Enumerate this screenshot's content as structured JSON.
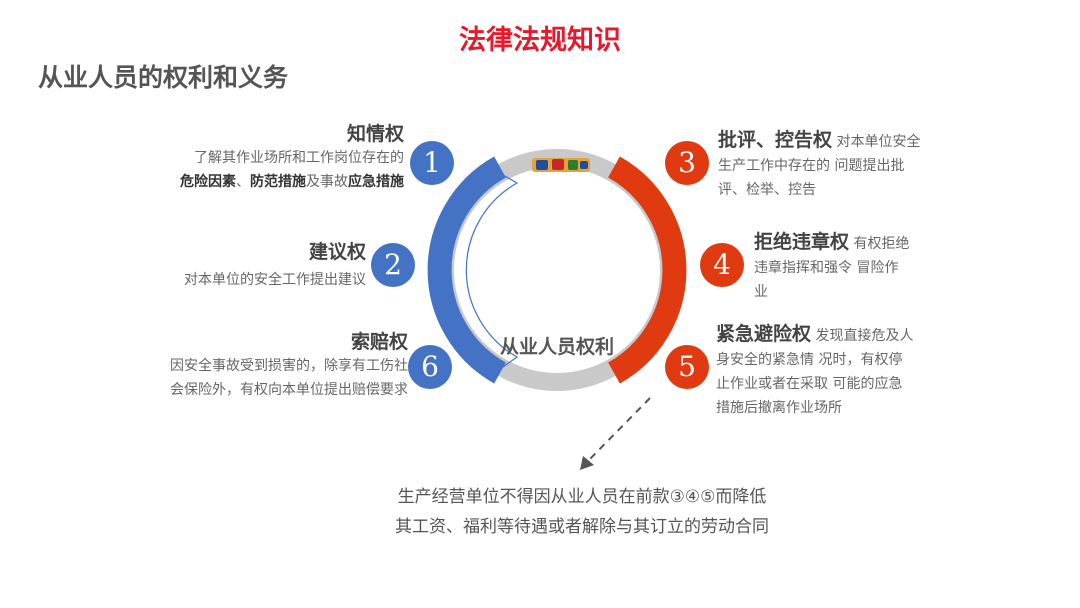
{
  "title": "法律法规知识",
  "subtitle": "从业人员的权利和义务",
  "center_label": "从业人员权利",
  "colors": {
    "title": "#e8182a",
    "blue": "#4472c4",
    "red": "#e03a10",
    "ring_gray": "#c9c9c9"
  },
  "rights": [
    {
      "num": "1",
      "title": "知情权",
      "line1": "了解其作业场所和工作岗位存在的",
      "b1": "危险因素",
      "s1": "、",
      "b2": "防范措施",
      "s2": "及事故",
      "b3": "应急措施"
    },
    {
      "num": "2",
      "title": "建议权",
      "desc": "对本单位的安全工作提出建议"
    },
    {
      "num": "3",
      "title": "批评、控告权",
      "inline": " 对本单位安全",
      "lines": [
        "生产工作中存在的 问题提出批",
        "评、检举、控告"
      ]
    },
    {
      "num": "4",
      "title": "拒绝违章权",
      "inline": " 有权拒绝",
      "lines": [
        "违章指挥和强令 冒险作",
        "业"
      ]
    },
    {
      "num": "5",
      "title": "紧急避险权",
      "inline": " 发现直接危及人",
      "lines": [
        "身安全的紧急情 况时，有权停",
        "止作业或者在采取 可能的应急",
        "措施后撤离作业场所"
      ]
    },
    {
      "num": "6",
      "title": "索赔权",
      "lines": [
        "因安全事故受到损害的，除享有工伤社",
        "会保险外，有权向本单位提出赔偿要求"
      ]
    }
  ],
  "note": {
    "line1": "生产经营单位不得因从业人员在前款③④⑤而降低",
    "line2": "其工资、福利等待遇或者解除与其订立的劳动合同"
  }
}
